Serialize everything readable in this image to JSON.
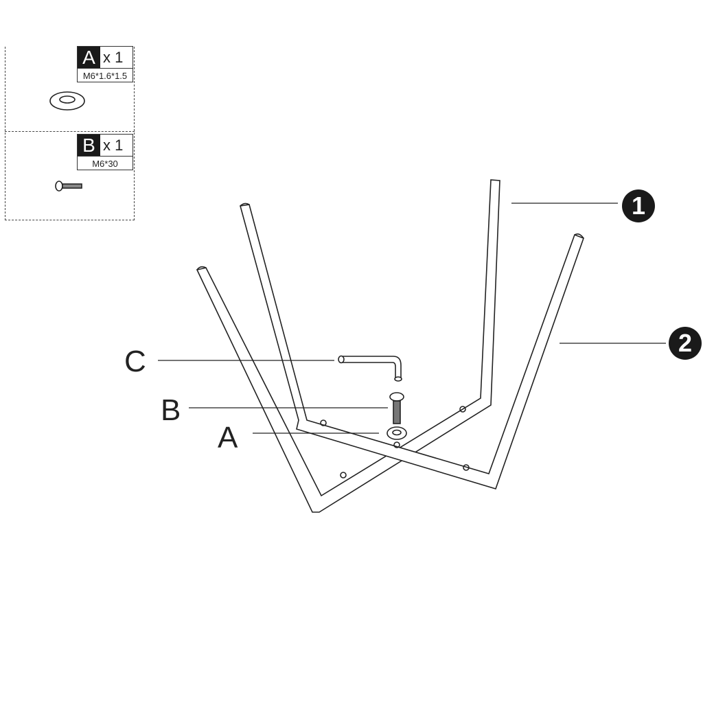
{
  "parts": [
    {
      "letter": "A",
      "qty": "x 1",
      "spec": "M6*1.6*1.5",
      "icon": "washer-icon"
    },
    {
      "letter": "B",
      "qty": "x 1",
      "spec": "M6*30",
      "icon": "bolt-icon"
    }
  ],
  "callouts": {
    "c": "C",
    "b": "B",
    "a": "A"
  },
  "part_numbers": {
    "one": "1",
    "two": "2"
  }
}
